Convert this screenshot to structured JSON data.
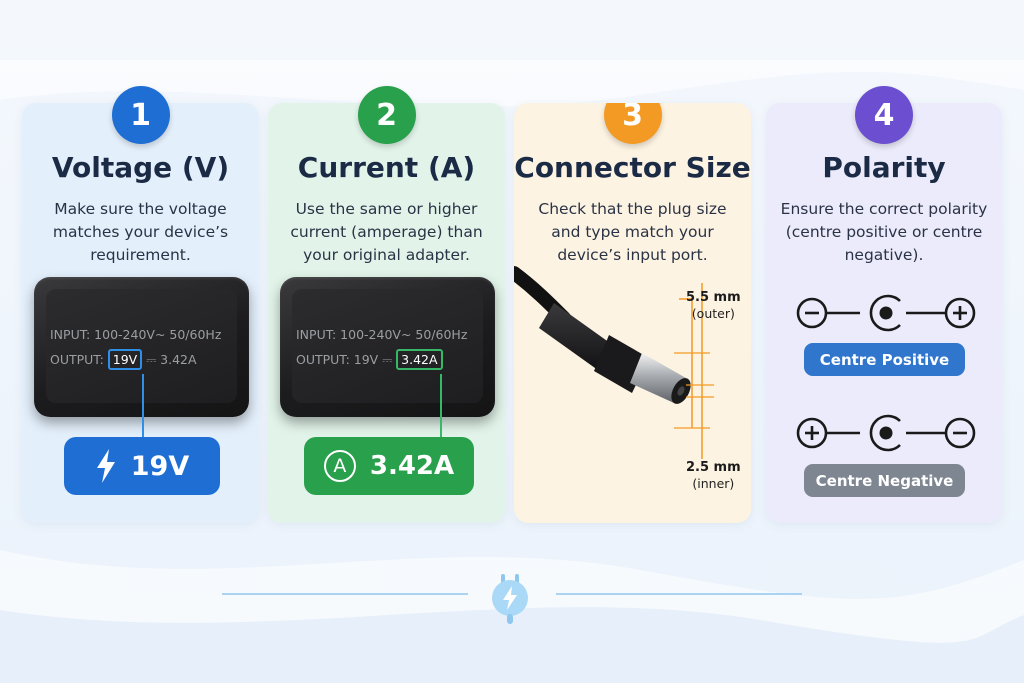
{
  "colors": {
    "step1": "#1f6ed4",
    "step2": "#29a04b",
    "step3": "#f39a24",
    "step4": "#6c4fd0",
    "voltage_highlight": "#2f8fe6",
    "current_highlight": "#36b866",
    "dimension_orange": "#f39a24"
  },
  "steps": [
    {
      "number": "1",
      "title": "Voltage (V)",
      "desc": "Make sure the voltage matches your device’s requirement.",
      "adapter": {
        "input_line": "INPUT:  100-240V~ 50/60Hz",
        "output_prefix": "OUTPUT: ",
        "output_voltage": "19V",
        "output_sep": " ⎓ ",
        "output_current": "3.42A"
      },
      "pill": {
        "icon": "lightning-bolt-icon",
        "value": "19V"
      }
    },
    {
      "number": "2",
      "title": "Current (A)",
      "desc": "Use the same or higher current (amperage) than your original adapter.",
      "adapter": {
        "input_line": "INPUT:  100-240V~ 50/60Hz",
        "output_prefix": "OUTPUT: ",
        "output_voltage": "19V",
        "output_sep": " ⎓ ",
        "output_current": "3.42A"
      },
      "pill": {
        "icon": "ampere-circle-icon",
        "icon_letter": "A",
        "value": "3.42A"
      }
    },
    {
      "number": "3",
      "title": "Connector Size",
      "desc": "Check that the plug size and type match your device’s input port.",
      "outer": {
        "value": "5.5 mm",
        "label": "(outer)"
      },
      "inner": {
        "value": "2.5 mm",
        "label": "(inner)"
      },
      "image": "dc-barrel-plug-icon"
    },
    {
      "number": "4",
      "title": "Polarity",
      "desc": "Ensure the correct polarity (centre positive or centre negative).",
      "positive_label": "Centre Positive",
      "negative_label": "Centre Negative",
      "symbols": [
        "polarity-centre-positive-icon",
        "polarity-centre-negative-icon"
      ]
    }
  ],
  "footer": {
    "icon": "plug-lightning-icon"
  }
}
